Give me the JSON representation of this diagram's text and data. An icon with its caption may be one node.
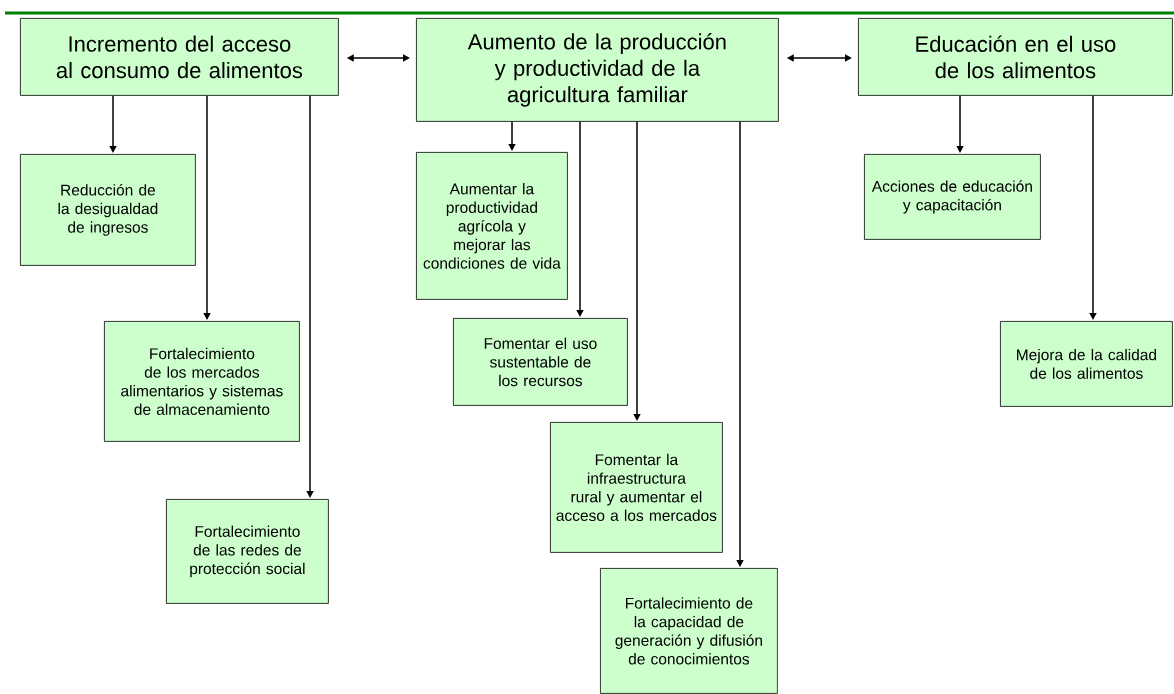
{
  "diagram": {
    "nodes": [
      {
        "text": [
          "Incremento del acceso al consumo de alimentos"
        ]
      },
      {
        "text": [
          "Aumento de la producción y productividad de la agricultura familiar"
        ]
      },
      {
        "text": [
          "Educación en el uso de los alimentos"
        ]
      },
      {
        "text": [
          "Reducción de la desigualdad de ingresos"
        ]
      },
      {
        "text": [
          "Fortalecimiento de los mercados alimentarios y sistemas de almacenamiento"
        ]
      },
      {
        "text": [
          "Fortalecimiento de las redes de protección social"
        ]
      },
      {
        "text": [
          "Aumentar la productividad agrícola y mejorar las condiciones de vida"
        ]
      },
      {
        "text": [
          "Fomentar el uso sustentable de los recursos"
        ]
      },
      {
        "text": [
          "Fomentar la infraestructura rural y aumentar el acceso a los mercados"
        ]
      },
      {
        "text": [
          "Fortalecimiento de la capacidad de generación y difusión de conocimientos"
        ]
      },
      {
        "text": [
          "Acciones de educación y capacitación"
        ]
      },
      {
        "text": [
          "Mejora de la calidad de los alimentos"
        ]
      }
    ],
    "edges": [
      {
        "from": 0,
        "to": 1,
        "arrow": "both"
      },
      {
        "from": 1,
        "to": 2,
        "arrow": "both"
      },
      {
        "from": 0,
        "to": 3,
        "arrow": "to"
      },
      {
        "from": 0,
        "to": 4,
        "arrow": "to"
      },
      {
        "from": 0,
        "to": 5,
        "arrow": "to"
      },
      {
        "from": 1,
        "to": 6,
        "arrow": "to"
      },
      {
        "from": 1,
        "to": 7,
        "arrow": "to"
      },
      {
        "from": 1,
        "to": 8,
        "arrow": "to"
      },
      {
        "from": 1,
        "to": 9,
        "arrow": "to"
      },
      {
        "from": 2,
        "to": 10,
        "arrow": "to"
      },
      {
        "from": 2,
        "to": 11,
        "arrow": "to"
      }
    ]
  }
}
